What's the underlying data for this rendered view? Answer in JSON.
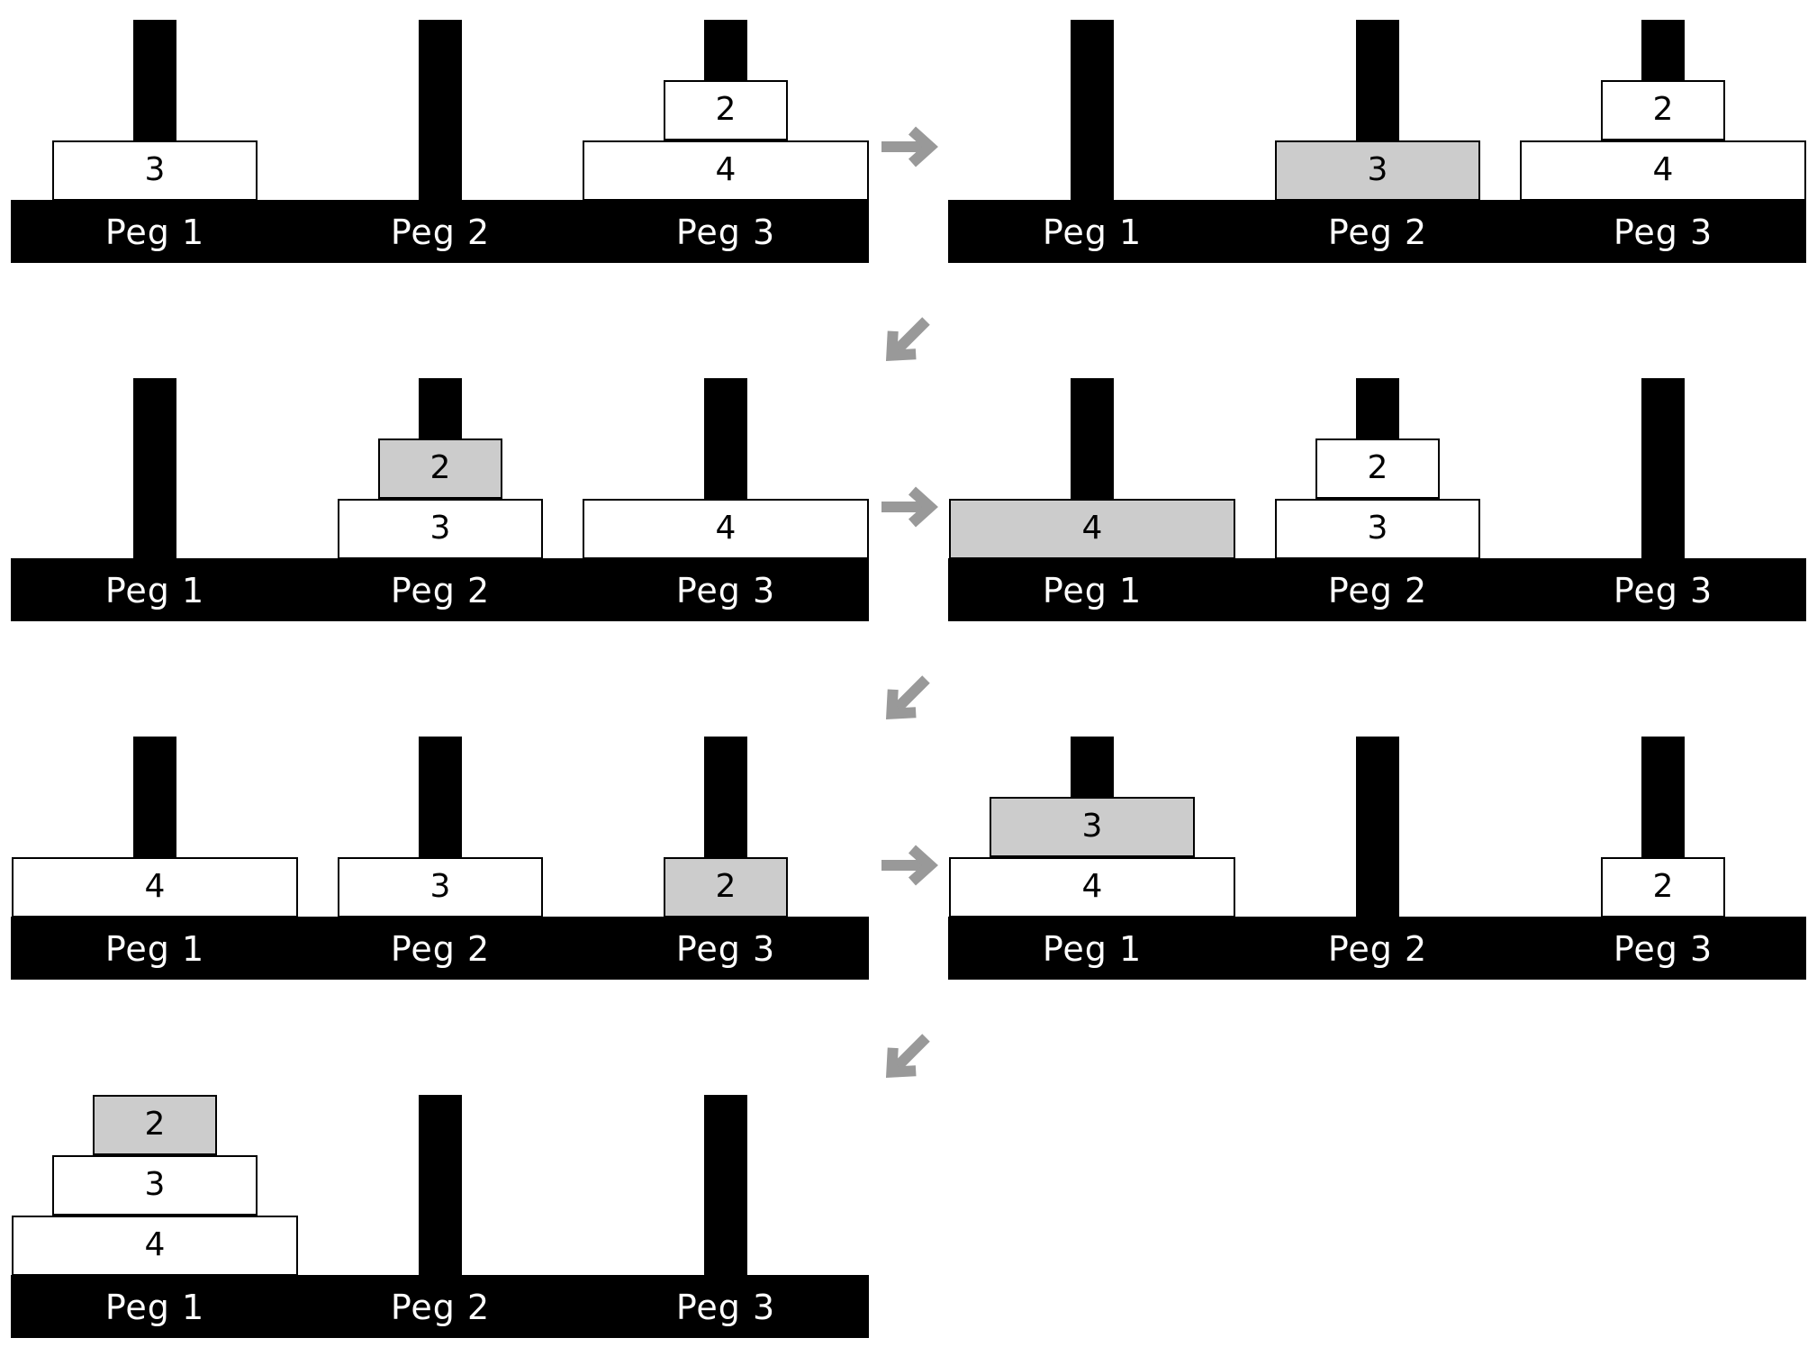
{
  "colors": {
    "peg": "#000000",
    "disk": "#ffffff",
    "moved_disk": "#cccccc",
    "arrow": "#999999"
  },
  "peg_labels": [
    "Peg 1",
    "Peg 2",
    "Peg 3"
  ],
  "steps": [
    {
      "pegs": [
        [
          "3"
        ],
        [],
        [
          "4",
          "2"
        ]
      ],
      "moved": null
    },
    {
      "pegs": [
        [],
        [
          "3"
        ],
        [
          "4",
          "2"
        ]
      ],
      "moved": "3"
    },
    {
      "pegs": [
        [],
        [
          "3",
          "2"
        ],
        [
          "4"
        ]
      ],
      "moved": "2"
    },
    {
      "pegs": [
        [
          "4"
        ],
        [
          "3",
          "2"
        ],
        []
      ],
      "moved": "4"
    },
    {
      "pegs": [
        [
          "4"
        ],
        [
          "3"
        ],
        [
          "2"
        ]
      ],
      "moved": "2"
    },
    {
      "pegs": [
        [
          "4",
          "3"
        ],
        [],
        [
          "2"
        ]
      ],
      "moved": "3"
    },
    {
      "pegs": [
        [
          "4",
          "3",
          "2"
        ],
        [],
        []
      ],
      "moved": "2"
    }
  ],
  "arrows": [
    "right-arrow-icon",
    "down-left-arrow-icon",
    "right-arrow-icon",
    "down-left-arrow-icon",
    "right-arrow-icon",
    "down-left-arrow-icon"
  ]
}
